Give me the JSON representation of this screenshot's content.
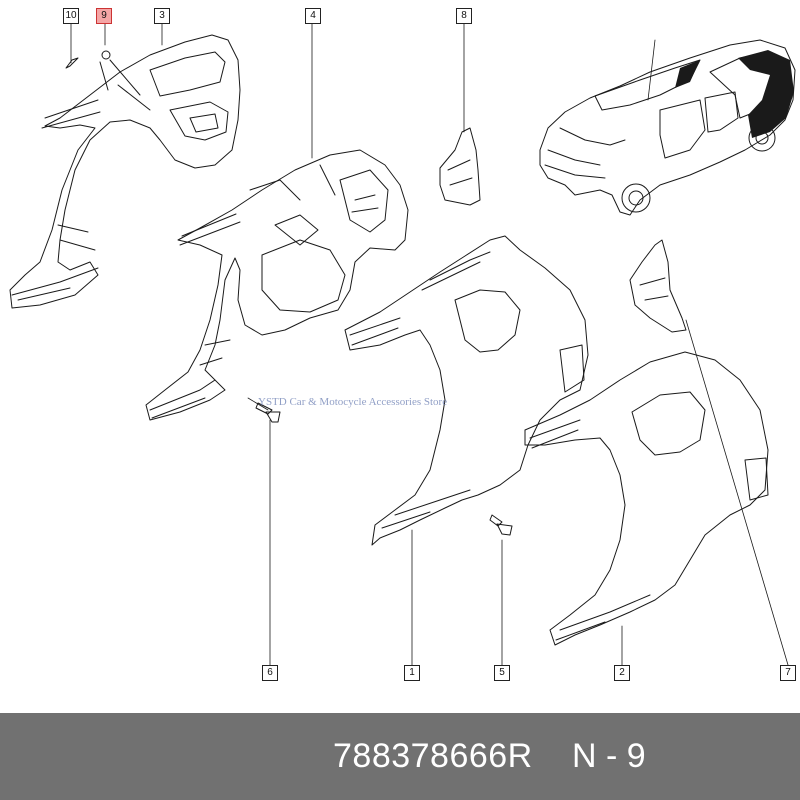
{
  "callouts": [
    {
      "id": "callout-10",
      "label": "10",
      "highlighted": false
    },
    {
      "id": "callout-9",
      "label": "9",
      "highlighted": true
    },
    {
      "id": "callout-3",
      "label": "3",
      "highlighted": false
    },
    {
      "id": "callout-4",
      "label": "4",
      "highlighted": false
    },
    {
      "id": "callout-8",
      "label": "8",
      "highlighted": false
    },
    {
      "id": "callout-6",
      "label": "6",
      "highlighted": false
    },
    {
      "id": "callout-1",
      "label": "1",
      "highlighted": false
    },
    {
      "id": "callout-5",
      "label": "5",
      "highlighted": false
    },
    {
      "id": "callout-2",
      "label": "2",
      "highlighted": false
    },
    {
      "id": "callout-7",
      "label": "7",
      "highlighted": false
    }
  ],
  "watermark": "YSTD Car & Motocycle Accessories Store",
  "footer": {
    "part_number": "788378666R",
    "reference": "N - 9"
  },
  "colors": {
    "highlight": "#f4a6a6",
    "footer_bg": "#717171",
    "line": "#1a1a1a"
  }
}
